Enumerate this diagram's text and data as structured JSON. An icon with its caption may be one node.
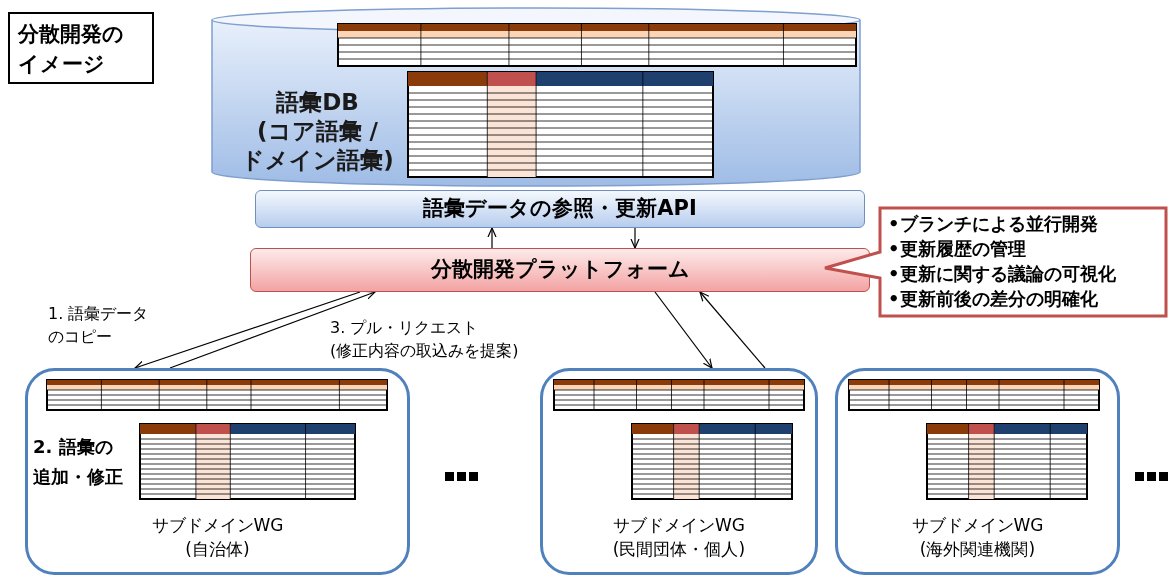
{
  "diagram": {
    "title": "分散開発のイメージ",
    "nodes": [
      {
        "text": [
          "語彙DB (コア語彙 / ドメイン語彙)"
        ]
      },
      {
        "text": [
          "語彙データの参照・更新API"
        ]
      },
      {
        "text": [
          "分散開発プラットフォーム"
        ]
      },
      {
        "text": [
          "•ブランチによる並行開発",
          "•更新履歴の管理",
          "•更新に関する議論の可視化",
          "•更新前後の差分の明確化"
        ]
      },
      {
        "text": [
          "2. 語彙の追加・修正",
          "サブドメインWG (自治体)"
        ]
      },
      {
        "text": [
          "サブドメインWG (民間団体・個人)"
        ]
      },
      {
        "text": [
          "サブドメインWG (海外関連機関)"
        ]
      }
    ],
    "edges": [
      {
        "from": 2,
        "to": 1,
        "arrow": "to"
      },
      {
        "from": 1,
        "to": 2,
        "arrow": "to"
      },
      {
        "from": 2,
        "to": 4,
        "arrow": "to",
        "label": "1. 語彙データのコピー"
      },
      {
        "from": 4,
        "to": 2,
        "arrow": "to",
        "label": "3. プル・リクエスト (修正内容の取込みを提案)"
      },
      {
        "from": 2,
        "to": 5,
        "arrow": "to"
      },
      {
        "from": 5,
        "to": 2,
        "arrow": "to"
      }
    ]
  }
}
